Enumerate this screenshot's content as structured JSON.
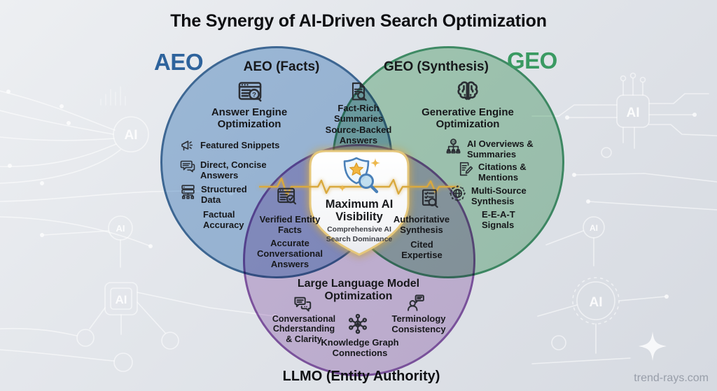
{
  "title": "The Synergy of AI-Driven Search Optimization",
  "watermark": "trend-rays.com",
  "colors": {
    "aeo_accent": "#2e639c",
    "geo_accent": "#3a9a62",
    "llmo_accent": "#8c5cab",
    "gold_pulse": "#d9a93e",
    "aeo_fill": "#aac7e4",
    "geo_fill": "#b1d8be",
    "llmo_fill": "#d8c3e3"
  },
  "venn": {
    "aeo": {
      "outer_label": "AEO",
      "header": "AEO (Facts)",
      "title": "Answer Engine Optimization",
      "main_icon": "browser-question-icon",
      "items": [
        {
          "icon": "megaphone-icon",
          "label": "Featured Snippets"
        },
        {
          "icon": "speech-bubble-icon",
          "label": "Direct, Concise Answers"
        },
        {
          "icon": "structured-data-icon",
          "label": "Structured Data"
        },
        {
          "icon": null,
          "label": "Factual Accuracy"
        }
      ]
    },
    "geo": {
      "outer_label": "GEO",
      "header": "GEO (Synthesis)",
      "title": "Generative Engine Optimization",
      "main_icon": "brain-icon",
      "items": [
        {
          "icon": "ai-overviews-icon",
          "label": "AI Overviews & Summaries"
        },
        {
          "icon": "citations-icon",
          "label": "Citations & Mentions"
        },
        {
          "icon": "multi-source-icon",
          "label": "Multi-Source Synthesis"
        },
        {
          "icon": null,
          "label": "E-E-A-T Signals"
        }
      ]
    },
    "llmo": {
      "outer_label": "LLMO (Entity Authority)",
      "title": "Large Language Model Optimization",
      "items": [
        {
          "icon": "chat-bubbles-icon",
          "label": "Conversational Chderstanding & Clarity"
        },
        {
          "icon": "knowledge-graph-icon",
          "label": "Knowledge Graph Connections"
        },
        {
          "icon": "person-chat-icon",
          "label": "Terminology Consistency"
        }
      ]
    },
    "aeo_geo": {
      "icon": "doc-search-icon",
      "items": [
        "Fact-Rich Summaries",
        "Source-Backed Answers"
      ]
    },
    "aeo_llmo": {
      "icon": "browser-check-icon",
      "items": [
        "Verified Entity Facts",
        "Accurate Conversational Answers"
      ]
    },
    "geo_llmo": {
      "icon": "doc-check-search-icon",
      "items": [
        "Authoritative Synthesis",
        "Cited Expertise"
      ]
    },
    "center": {
      "badge_icon": "shield-star-magnifier-icon",
      "title": "Maximum AI Visibility",
      "subtitle": "Comprehensive AI Search Dominance"
    }
  },
  "background_icons": [
    "bar-chart-icon",
    "ai-node-icon",
    "ai-chip-icon",
    "circuit-lines",
    "sparkle-icon"
  ]
}
